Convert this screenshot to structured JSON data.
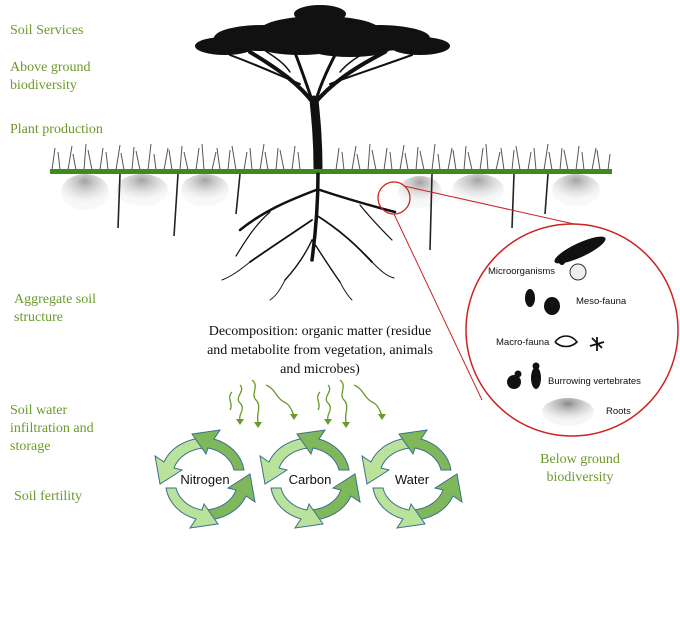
{
  "services": {
    "soil_services": "Soil Services",
    "above_ground_line1": "Above ground",
    "above_ground_line2": "biodiversity",
    "plant_production": "Plant production",
    "aggregate_line1": "Aggregate soil",
    "aggregate_line2": "structure",
    "water_line1": "Soil water",
    "water_line2": "infiltration and",
    "water_line3": "storage",
    "fertility": "Soil fertility"
  },
  "decomposition": {
    "line1": "Decomposition: organic matter (residue",
    "line2": "and metabolite from vegetation, animals",
    "line3": "and microbes)"
  },
  "cycles": [
    "Nitrogen",
    "Carbon",
    "Water"
  ],
  "below_ground": {
    "line1": "Below ground",
    "line2": "biodiversity",
    "organisms": [
      "Microorganisms",
      "Meso-fauna",
      "Macro-fauna",
      "Burrowing vertebrates",
      "Roots"
    ]
  },
  "colors": {
    "label_green": "#6a9a2a",
    "ground_green": "#3f8a1f",
    "cycle_light": "#b9e39a",
    "cycle_dark": "#7fb85a",
    "cycle_outline": "#3f6f8f",
    "zoom_red": "#cc2222",
    "arrow_green": "#6a9a2a"
  }
}
